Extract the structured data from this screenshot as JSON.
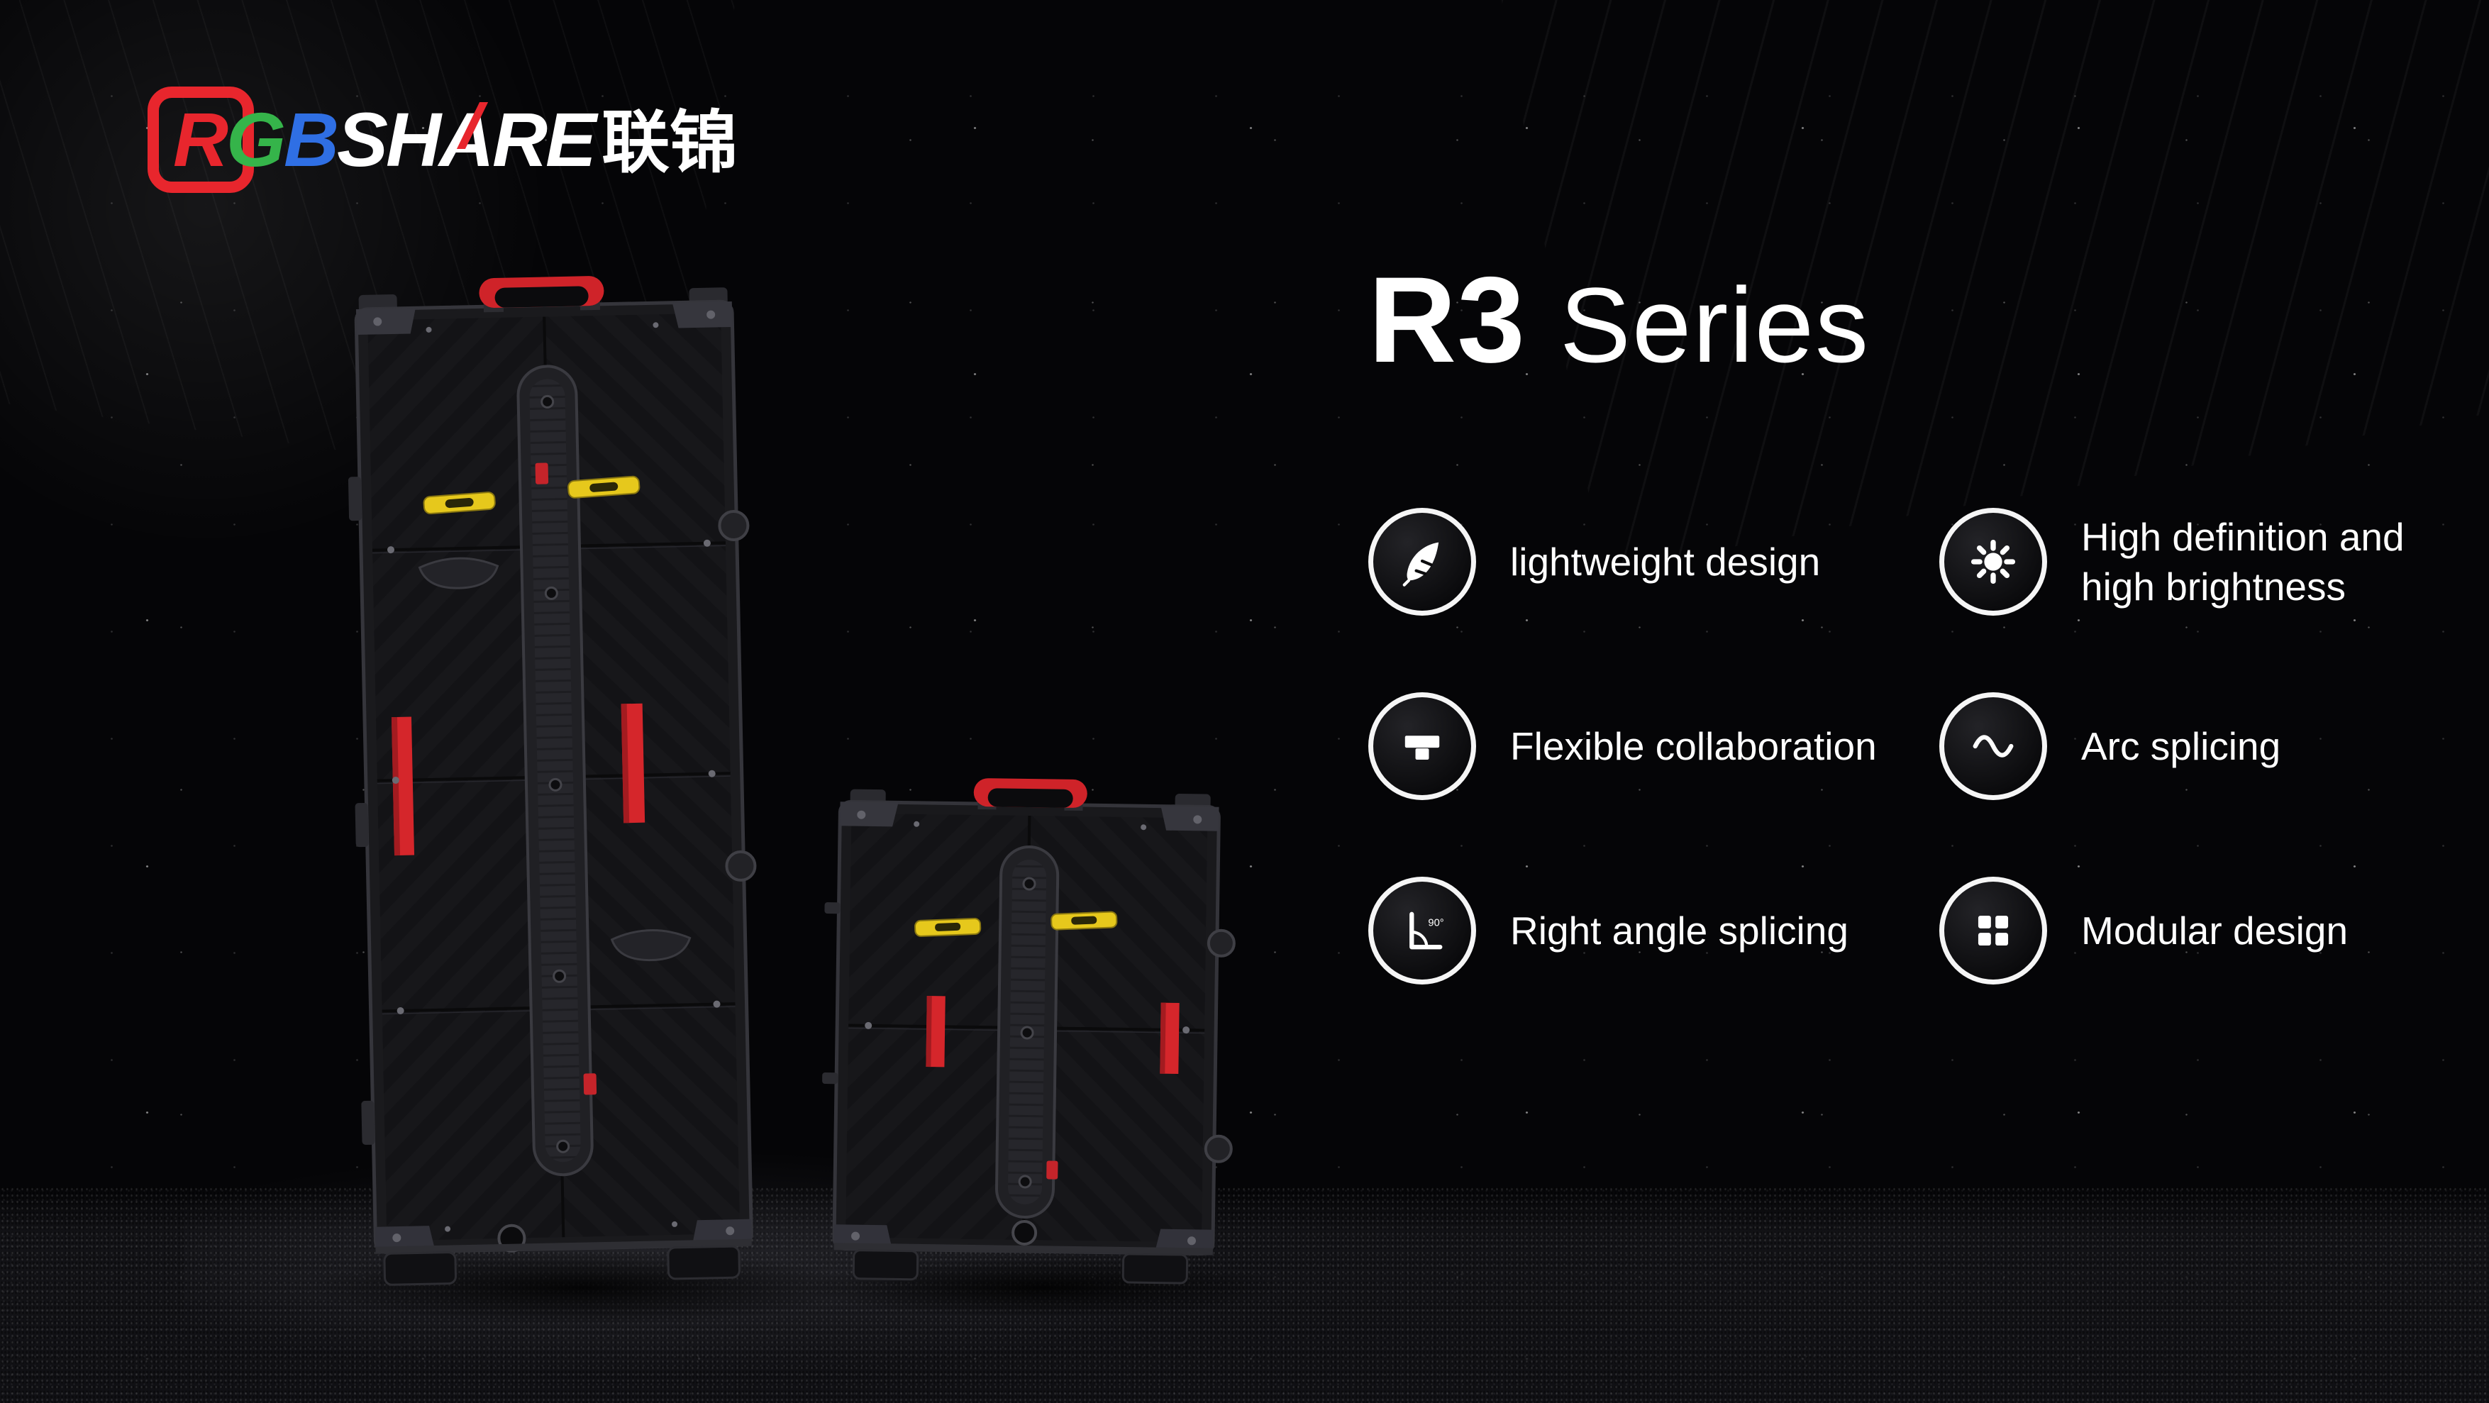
{
  "logo": {
    "r": "R",
    "g": "G",
    "b": "B",
    "share": "SHARE",
    "cn": "联锦"
  },
  "title": {
    "model": "R3",
    "series": "Series"
  },
  "features": {
    "items": [
      {
        "label": "lightweight design",
        "icon": "feather-icon"
      },
      {
        "label": "High definition and high brightness",
        "icon": "brightness-icon"
      },
      {
        "label": "Flexible collaboration",
        "icon": "flexible-connector-icon"
      },
      {
        "label": "Arc splicing",
        "icon": "arc-wave-icon"
      },
      {
        "label": "Right angle splicing",
        "icon": "right-angle-icon",
        "angle_label": "90°"
      },
      {
        "label": "Modular design",
        "icon": "modular-grid-icon"
      }
    ]
  },
  "product": {
    "items": [
      "large LED cabinet rear view",
      "small LED cabinet rear view"
    ]
  },
  "colors": {
    "accent_red": "#d5262b",
    "latch_yellow": "#e6c81c",
    "background": "#050507",
    "text": "#ffffff",
    "logo_red": "#e8262d",
    "logo_green": "#35b44a",
    "logo_blue": "#2f6fe4"
  }
}
